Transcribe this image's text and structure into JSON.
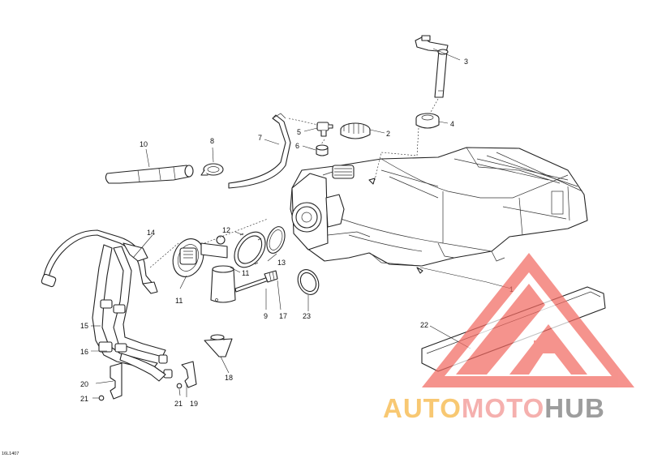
{
  "document_id": "16L1407",
  "callouts": [
    {
      "id": "c1",
      "label": "1"
    },
    {
      "id": "c2",
      "label": "2"
    },
    {
      "id": "c3",
      "label": "3"
    },
    {
      "id": "c4",
      "label": "4"
    },
    {
      "id": "c5",
      "label": "5"
    },
    {
      "id": "c6",
      "label": "6"
    },
    {
      "id": "c7",
      "label": "7"
    },
    {
      "id": "c8",
      "label": "8"
    },
    {
      "id": "c9",
      "label": "9"
    },
    {
      "id": "c10",
      "label": "10"
    },
    {
      "id": "c11a",
      "label": "11"
    },
    {
      "id": "c11b",
      "label": "11"
    },
    {
      "id": "c12",
      "label": "12"
    },
    {
      "id": "c13",
      "label": "13"
    },
    {
      "id": "c14",
      "label": "14"
    },
    {
      "id": "c15",
      "label": "15"
    },
    {
      "id": "c16",
      "label": "16"
    },
    {
      "id": "c17",
      "label": "17"
    },
    {
      "id": "c18",
      "label": "18"
    },
    {
      "id": "c19",
      "label": "19"
    },
    {
      "id": "c20",
      "label": "20"
    },
    {
      "id": "c21a",
      "label": "21"
    },
    {
      "id": "c21b",
      "label": "21"
    },
    {
      "id": "c22",
      "label": "22"
    },
    {
      "id": "c23",
      "label": "23"
    }
  ],
  "watermark": {
    "part1": "AUTO",
    "part2": "MOTO",
    "part3": "HUB",
    "color1": "#f7bf5a",
    "color2": "#f4a3a0",
    "color3": "#8c8c8c",
    "logo_color": "#f26a62"
  }
}
